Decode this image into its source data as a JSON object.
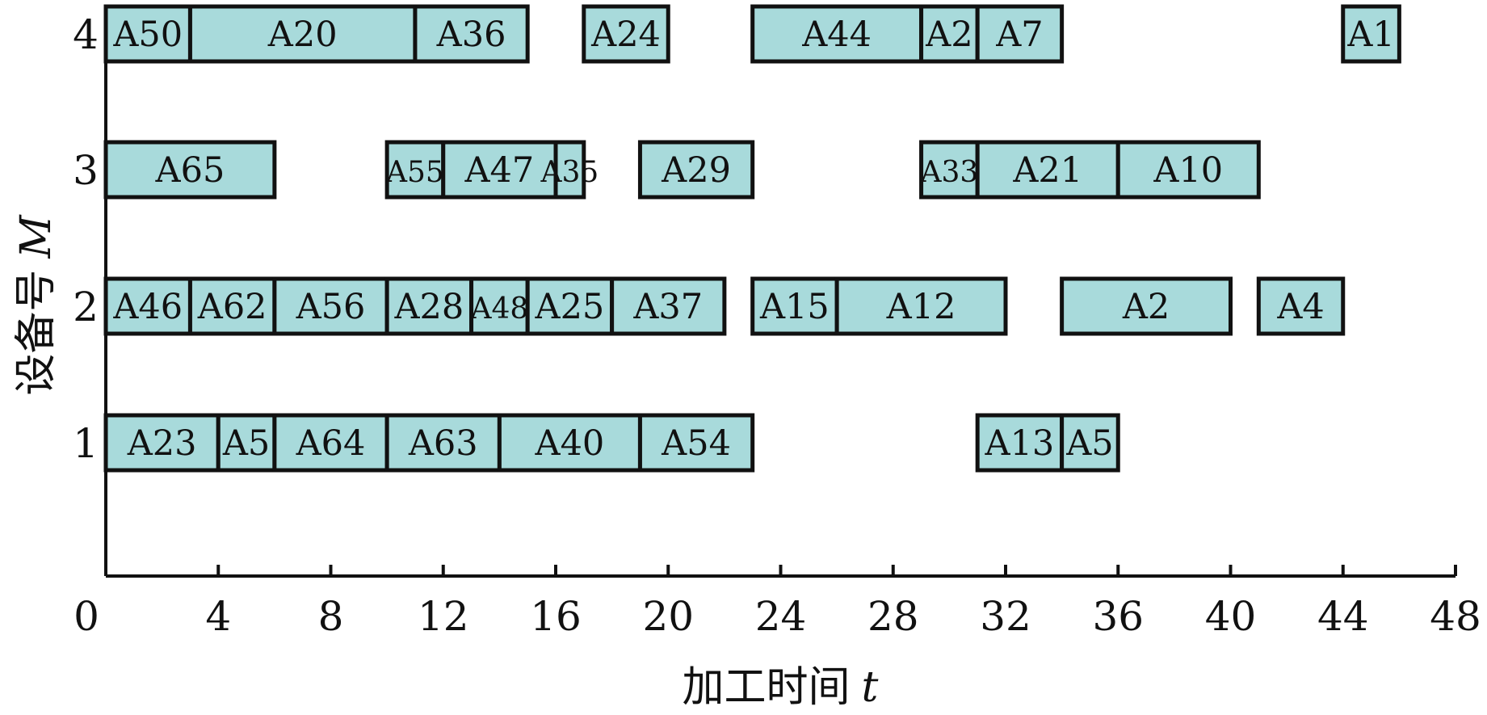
{
  "chart_data": {
    "type": "gantt",
    "xlabel": "加工时间",
    "xlabel_var": "t",
    "ylabel": "设备号",
    "ylabel_var": "M",
    "xlim": [
      0,
      48
    ],
    "x_ticks": [
      0,
      4,
      8,
      12,
      16,
      20,
      24,
      28,
      32,
      36,
      40,
      44,
      48
    ],
    "machines": [
      1,
      2,
      3,
      4
    ],
    "colors": {
      "bar_fill": "#a8dadb",
      "bar_stroke": "#111111"
    },
    "tasks": [
      {
        "machine": 4,
        "label": "A50",
        "start": 0,
        "end": 3
      },
      {
        "machine": 4,
        "label": "A20",
        "start": 3,
        "end": 11
      },
      {
        "machine": 4,
        "label": "A36",
        "start": 11,
        "end": 15
      },
      {
        "machine": 4,
        "label": "A24",
        "start": 17,
        "end": 20
      },
      {
        "machine": 4,
        "label": "A44",
        "start": 23,
        "end": 29
      },
      {
        "machine": 4,
        "label": "A2",
        "start": 29,
        "end": 31
      },
      {
        "machine": 4,
        "label": "A7",
        "start": 31,
        "end": 34
      },
      {
        "machine": 4,
        "label": "A1",
        "start": 44,
        "end": 46
      },
      {
        "machine": 3,
        "label": "A65",
        "start": 0,
        "end": 6
      },
      {
        "machine": 3,
        "label": "A55",
        "start": 10,
        "end": 12
      },
      {
        "machine": 3,
        "label": "A47",
        "start": 12,
        "end": 16
      },
      {
        "machine": 3,
        "label": "A35",
        "start": 16,
        "end": 17
      },
      {
        "machine": 3,
        "label": "A29",
        "start": 19,
        "end": 23
      },
      {
        "machine": 3,
        "label": "A33",
        "start": 29,
        "end": 31
      },
      {
        "machine": 3,
        "label": "A21",
        "start": 31,
        "end": 36
      },
      {
        "machine": 3,
        "label": "A10",
        "start": 36,
        "end": 41
      },
      {
        "machine": 2,
        "label": "A46",
        "start": 0,
        "end": 3
      },
      {
        "machine": 2,
        "label": "A62",
        "start": 3,
        "end": 6
      },
      {
        "machine": 2,
        "label": "A56",
        "start": 6,
        "end": 10
      },
      {
        "machine": 2,
        "label": "A28",
        "start": 10,
        "end": 13
      },
      {
        "machine": 2,
        "label": "A48",
        "start": 13,
        "end": 15
      },
      {
        "machine": 2,
        "label": "A25",
        "start": 15,
        "end": 18
      },
      {
        "machine": 2,
        "label": "A37",
        "start": 18,
        "end": 22
      },
      {
        "machine": 2,
        "label": "A15",
        "start": 23,
        "end": 26
      },
      {
        "machine": 2,
        "label": "A12",
        "start": 26,
        "end": 32
      },
      {
        "machine": 2,
        "label": "A2",
        "start": 34,
        "end": 40
      },
      {
        "machine": 2,
        "label": "A4",
        "start": 41,
        "end": 44
      },
      {
        "machine": 1,
        "label": "A23",
        "start": 0,
        "end": 4
      },
      {
        "machine": 1,
        "label": "A5",
        "start": 4,
        "end": 6
      },
      {
        "machine": 1,
        "label": "A64",
        "start": 6,
        "end": 10
      },
      {
        "machine": 1,
        "label": "A63",
        "start": 10,
        "end": 14
      },
      {
        "machine": 1,
        "label": "A40",
        "start": 14,
        "end": 19
      },
      {
        "machine": 1,
        "label": "A54",
        "start": 19,
        "end": 23
      },
      {
        "machine": 1,
        "label": "A13",
        "start": 31,
        "end": 34
      },
      {
        "machine": 1,
        "label": "A5",
        "start": 34,
        "end": 36
      }
    ]
  }
}
